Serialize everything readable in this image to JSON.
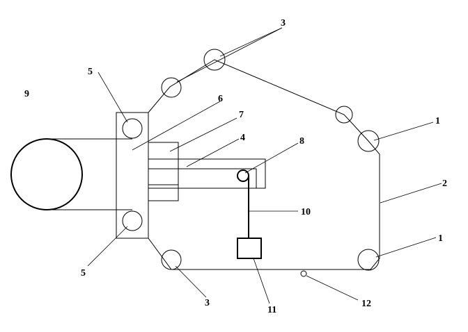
{
  "diagram": {
    "labels": {
      "l1_top": "1",
      "l1_bottom": "1",
      "l2": "2",
      "l3_top": "3",
      "l3_bottom": "3",
      "l4": "4",
      "l5_top": "5",
      "l5_bottom": "5",
      "l6": "6",
      "l7": "7",
      "l8": "8",
      "l9": "9",
      "l10": "10",
      "l11": "11",
      "l12": "12"
    },
    "colors": {
      "line": "#000000",
      "background": "#ffffff"
    }
  }
}
